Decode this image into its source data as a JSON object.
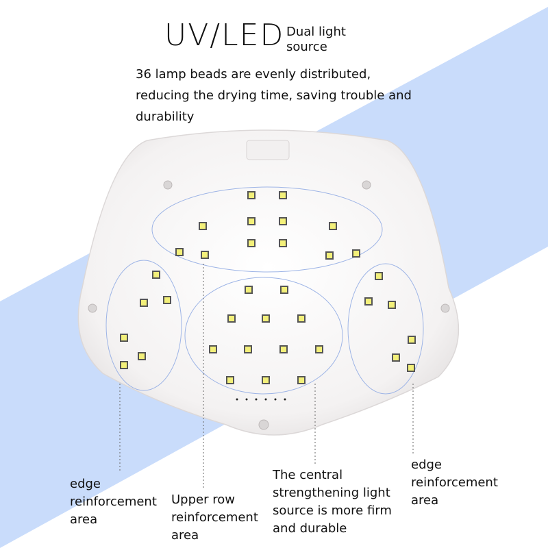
{
  "headline": {
    "main": "UV/LED",
    "sub": "Dual light source"
  },
  "intro": "36 lamp beads are evenly distributed, reducing the drying time, saving trouble and durability",
  "callouts": {
    "left_edge": "edge reinforcement area",
    "upper_row": "Upper row reinforcement area",
    "central": "The central strengthening light source is more firm and durable",
    "right_edge": "edge reinforcement area"
  },
  "colors": {
    "stripe": "#c9dcfb",
    "lamp_body": "#f7f6f6",
    "led": "#f3f07a",
    "zone_outline": "#9db4e6"
  }
}
